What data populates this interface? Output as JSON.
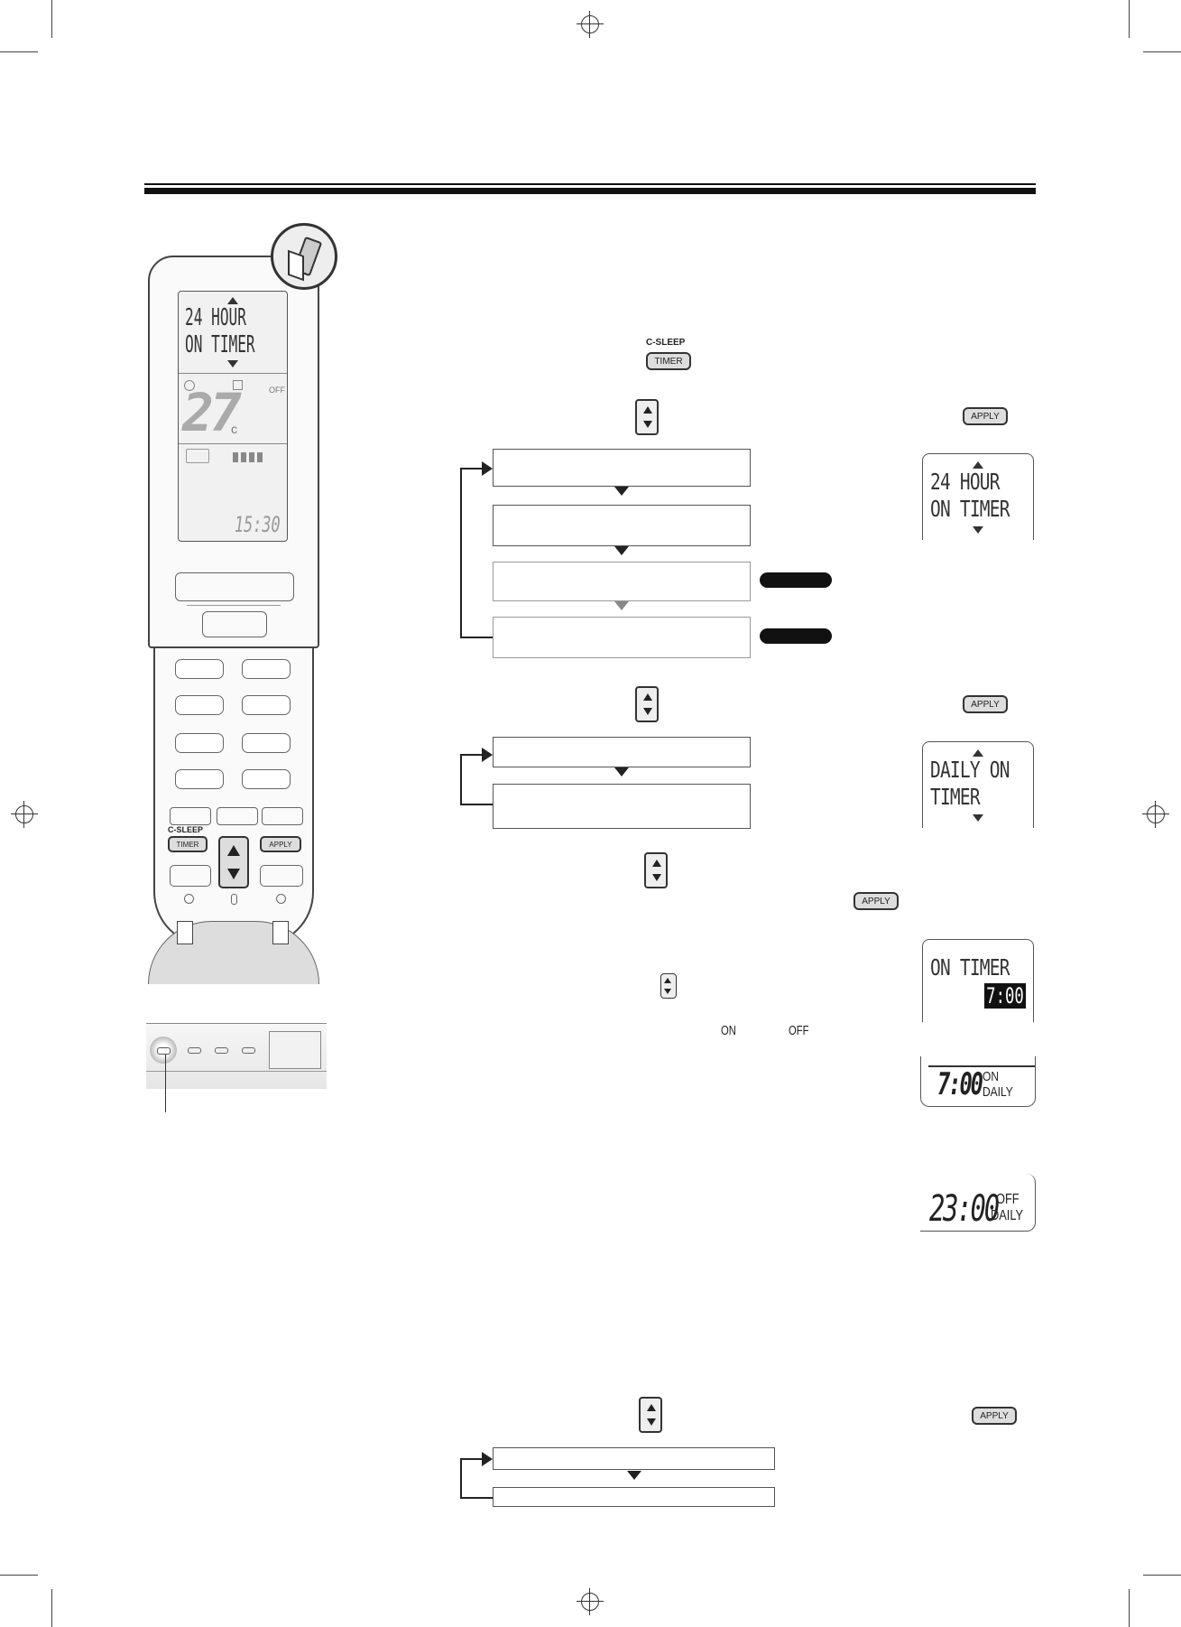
{
  "remote": {
    "lcd_line1": "24 HOUR",
    "lcd_line2": "ON TIMER",
    "lcd_temp": "27",
    "lcd_unit": "c",
    "lcd_off": "OFF",
    "lcd_clock": "15:30",
    "csleep_label": "C-SLEEP",
    "timer_label": "TIMER",
    "apply_label": "APPLY"
  },
  "step1": {
    "csleep_label": "C-SLEEP",
    "timer_label": "TIMER"
  },
  "step2": {
    "apply_label": "APPLY",
    "display_line1": "24 HOUR",
    "display_line2": "ON TIMER"
  },
  "step3": {
    "apply_label": "APPLY",
    "display_line1": "DAILY ON",
    "display_line2": "TIMER"
  },
  "step4": {
    "apply_label": "APPLY",
    "display_line1": "ON TIMER",
    "display_time": "7:00",
    "on_label": "ON",
    "off_label": "OFF"
  },
  "readout_on": {
    "time": "7:00",
    "mode": "ON",
    "period": "DAILY"
  },
  "readout_off": {
    "time": "23:00",
    "mode": "OFF",
    "period": "DAILY"
  },
  "step5": {
    "apply_label": "APPLY"
  }
}
